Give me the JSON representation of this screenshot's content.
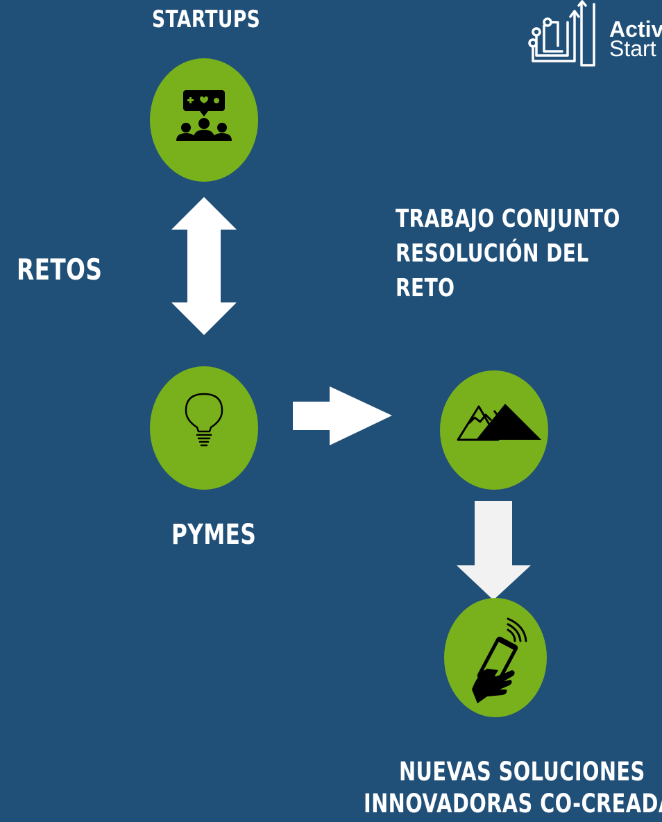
{
  "logo": {
    "line1": "Activ",
    "line2": "Start"
  },
  "labels": {
    "startups": "STARTUPS",
    "retos": "RETOS",
    "pymes": "PYMES",
    "trabajo_line1": "TRABAJO CONJUNTO",
    "trabajo_line2": "RESOLUCIÓN DEL",
    "trabajo_line3": "RETO",
    "nuevas_line1": "NUEVAS SOLUCIONES",
    "nuevas_line2": "INNOVADORAS CO-CREADAS"
  },
  "colors": {
    "background": "#204f78",
    "node": "#79b11d",
    "arrow": "#ffffff",
    "arrow_down": "#f2f2f2",
    "icon": "#000000"
  },
  "icons": {
    "startups": "group-feedback-icon",
    "pymes": "lightbulb-icon",
    "reto": "mountain-icon",
    "solutions": "smartphone-hand-icon",
    "logo": "growth-chart-logo-icon"
  }
}
